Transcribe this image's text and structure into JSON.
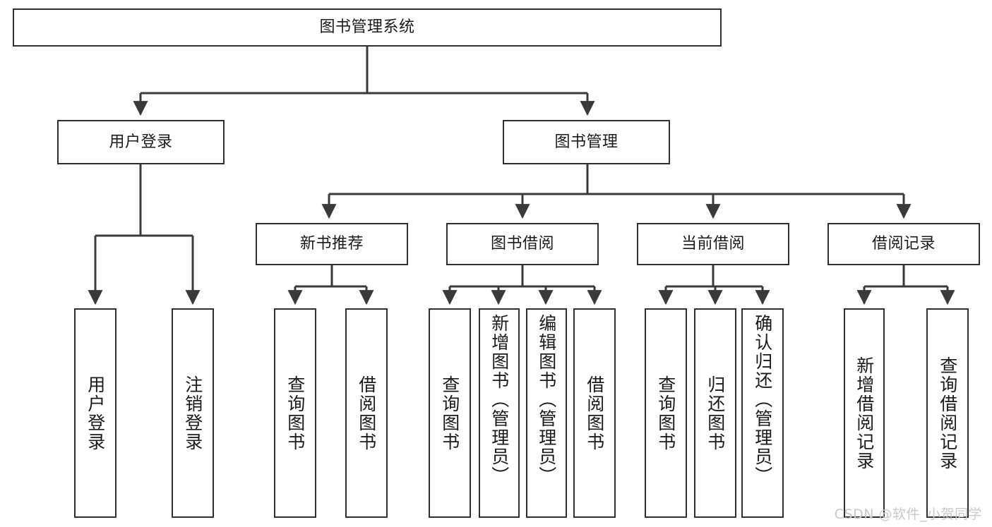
{
  "diagram": {
    "title": "图书管理系统",
    "type": "hierarchy-tree",
    "watermark": "CSDN @软件_小贺同学",
    "colors": {
      "box_border": "#2f2f2f",
      "box_fill": "#ffffff",
      "edge": "#3a3a3a",
      "text": "#1a1a1a",
      "watermark": "#c9c9c9",
      "background": "#ffffff"
    },
    "nodes": {
      "root": {
        "label": "图书管理系统"
      },
      "level2": [
        {
          "id": "user-login",
          "label": "用户登录"
        },
        {
          "id": "book-manage",
          "label": "图书管理"
        }
      ],
      "level3": [
        {
          "id": "new-book-recommend",
          "label": "新书推荐"
        },
        {
          "id": "book-borrow",
          "label": "图书借阅"
        },
        {
          "id": "current-borrow",
          "label": "当前借阅"
        },
        {
          "id": "borrow-record",
          "label": "借阅记录"
        }
      ],
      "leaves": [
        {
          "id": "leaf-user-login",
          "label": "用户登录",
          "parent": "user-login"
        },
        {
          "id": "leaf-logout-login",
          "label": "注销登录",
          "parent": "user-login"
        },
        {
          "id": "leaf-query-book-1",
          "label": "查询图书",
          "parent": "new-book-recommend"
        },
        {
          "id": "leaf-borrow-book-1",
          "label": "借阅图书",
          "parent": "new-book-recommend"
        },
        {
          "id": "leaf-query-book-2",
          "label": "查询图书",
          "parent": "book-borrow"
        },
        {
          "id": "leaf-add-book",
          "label": "新增图书（管理员）",
          "parent": "book-borrow"
        },
        {
          "id": "leaf-edit-book",
          "label": "编辑图书（管理员）",
          "parent": "book-borrow"
        },
        {
          "id": "leaf-borrow-book-2",
          "label": "借阅图书",
          "parent": "book-borrow"
        },
        {
          "id": "leaf-query-book-3",
          "label": "查询图书",
          "parent": "current-borrow"
        },
        {
          "id": "leaf-return-book",
          "label": "归还图书",
          "parent": "current-borrow"
        },
        {
          "id": "leaf-confirm-return",
          "label": "确认归还（管理员）",
          "parent": "current-borrow"
        },
        {
          "id": "leaf-add-record",
          "label": "新增借阅记录",
          "parent": "borrow-record"
        },
        {
          "id": "leaf-query-record",
          "label": "查询借阅记录",
          "parent": "borrow-record"
        }
      ]
    }
  }
}
